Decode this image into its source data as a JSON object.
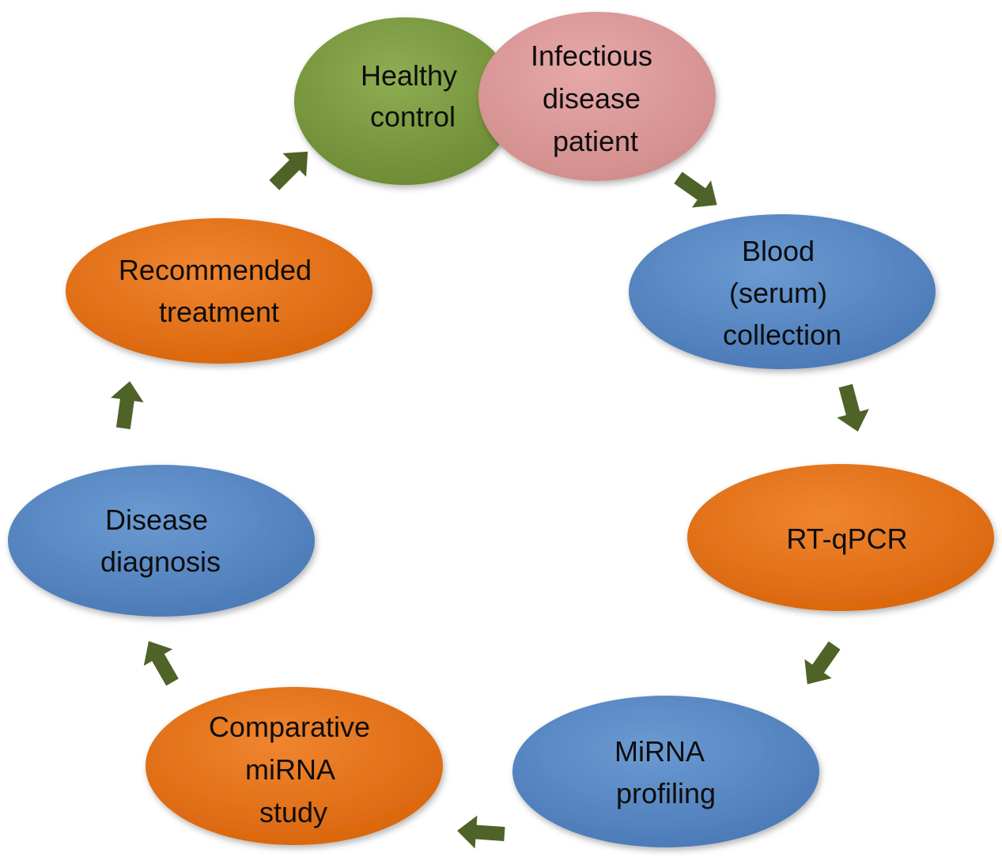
{
  "colors": {
    "green": "#77933c",
    "pink": "#d99594",
    "blue": "#4f81bd",
    "orange": "#e36c0a",
    "arrow": "#4f6228",
    "text": "#111111"
  },
  "nodes": {
    "healthy_control": {
      "lines": [
        "Healthy",
        "control"
      ],
      "color": "green"
    },
    "infectious_disease_patient": {
      "lines": [
        "Infectious",
        "disease",
        "patient"
      ],
      "color": "pink"
    },
    "blood_serum_collection": {
      "lines": [
        "Blood",
        "(serum)",
        "collection"
      ],
      "color": "blue"
    },
    "rt_qpcr": {
      "lines": [
        "RT-qPCR"
      ],
      "color": "orange"
    },
    "mirna_profiling": {
      "lines": [
        "MiRNA",
        "profiling"
      ],
      "color": "blue"
    },
    "comparative_mirna_study": {
      "lines": [
        "Comparative",
        "miRNA",
        "study"
      ],
      "color": "orange"
    },
    "disease_diagnosis": {
      "lines": [
        "Disease",
        "diagnosis"
      ],
      "color": "blue"
    },
    "recommended_treatment": {
      "lines": [
        "Recommended",
        "treatment"
      ],
      "color": "orange"
    }
  },
  "cycle": [
    "infectious_disease_patient",
    "blood_serum_collection",
    "rt_qpcr",
    "mirna_profiling",
    "comparative_mirna_study",
    "disease_diagnosis",
    "recommended_treatment",
    "healthy_control"
  ]
}
